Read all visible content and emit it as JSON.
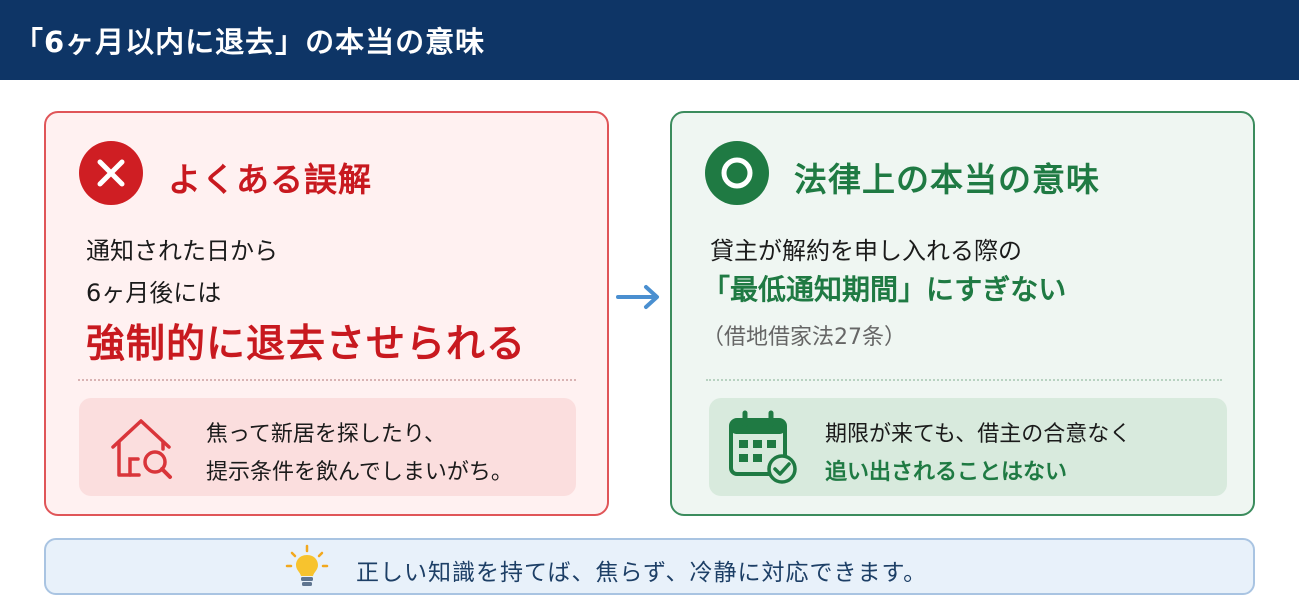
{
  "header": {
    "title": "「6ヶ月以内に退去」の本当の意味"
  },
  "misconception": {
    "title": "よくある誤解",
    "line1": "通知された日から",
    "line2": "6ヶ月後には",
    "emphasis": "強制的に退去させられる",
    "note_line1": "焦って新居を探したり、",
    "note_line2": "提示条件を飲んでしまいがち。",
    "icon": "house-search-icon",
    "color": "#c8191f"
  },
  "legal_meaning": {
    "title": "法律上の本当の意味",
    "line1": "貸主が解約を申し入れる際の",
    "emphasis": "「最低通知期間」にすぎない",
    "reference": "（借地借家法27条）",
    "note_line1": "期限が来ても、借主の合意なく",
    "note_line2": "追い出されることはない",
    "icon": "calendar-check-icon",
    "color": "#1f7a43"
  },
  "footer": {
    "text": "正しい知識を持てば、焦らず、冷静に対応できます。",
    "icon": "lightbulb-icon"
  }
}
